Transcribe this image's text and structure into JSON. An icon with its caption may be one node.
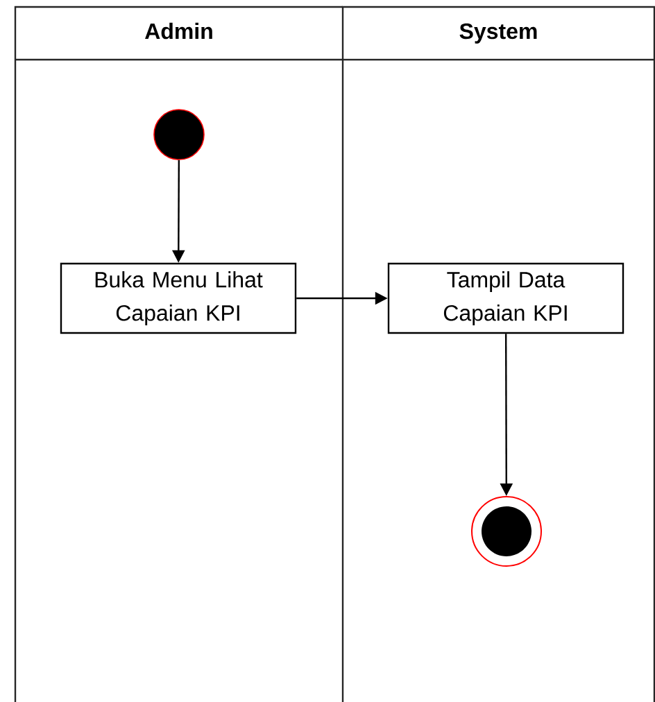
{
  "diagram": {
    "nodes": [
      {
        "text": [
          "Admin"
        ]
      },
      {
        "text": [
          "System"
        ]
      },
      {
        "text": [],
        "shape": "circle",
        "in": 0
      },
      {
        "text": [
          "Buka Menu Lihat Capaian KPI"
        ],
        "in": 0
      },
      {
        "text": [
          "Tampil Data Capaian KPI"
        ],
        "in": 1
      },
      {
        "text": [],
        "shape": "circle",
        "in": 1
      }
    ],
    "edges": [
      {
        "from": 2,
        "to": 3,
        "arrow": "to"
      },
      {
        "from": 3,
        "to": 4,
        "arrow": "to"
      },
      {
        "from": 4,
        "to": 5,
        "arrow": "to"
      }
    ]
  }
}
